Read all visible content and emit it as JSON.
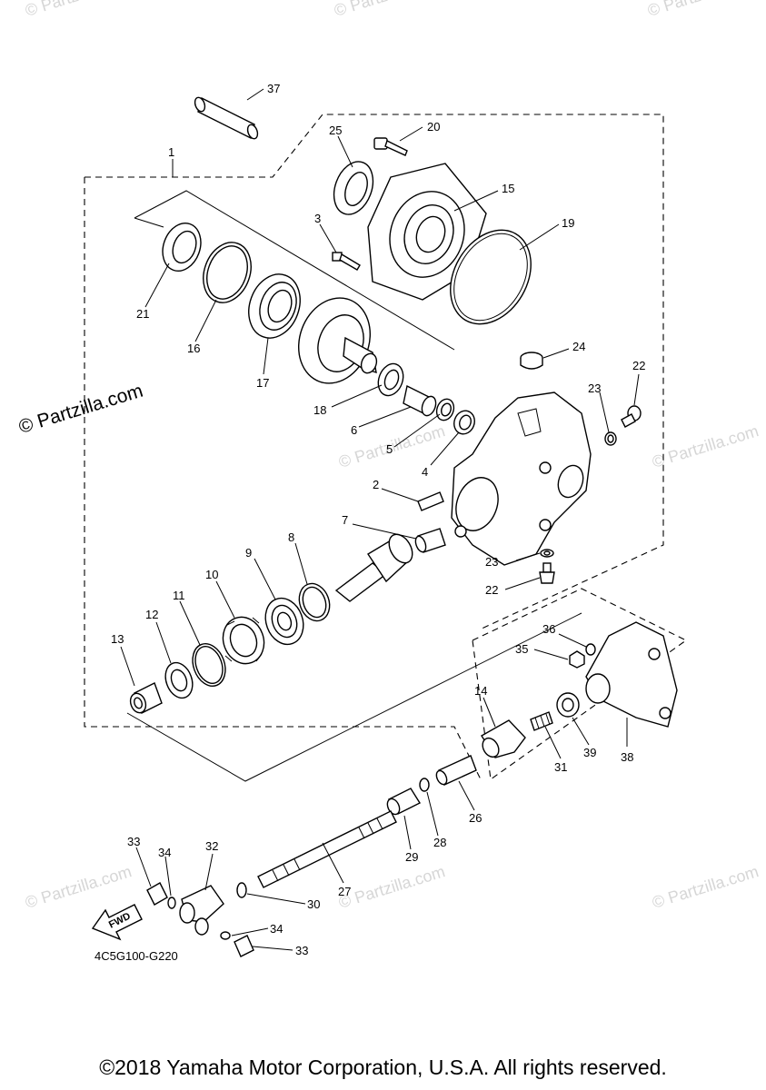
{
  "footer": {
    "copyright": "©2018 Yamaha Motor Corporation, U.S.A. All rights reserved."
  },
  "diagram": {
    "code": "4C5G100-G220",
    "direction_label": "FWD",
    "watermark": "© Partzilla.com",
    "callouts": [
      "37",
      "1",
      "25",
      "20",
      "15",
      "19",
      "3",
      "21",
      "16",
      "17",
      "18",
      "6",
      "5",
      "4",
      "24",
      "23",
      "22",
      "2",
      "7",
      "8",
      "9",
      "10",
      "11",
      "12",
      "13",
      "14",
      "36",
      "35",
      "31",
      "39",
      "38",
      "26",
      "28",
      "29",
      "27",
      "32",
      "33",
      "34",
      "30"
    ]
  }
}
